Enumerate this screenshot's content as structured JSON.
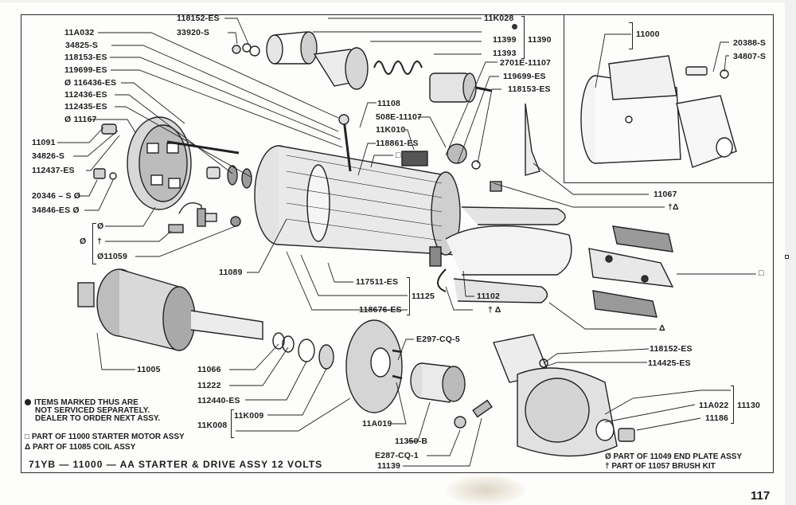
{
  "page": {
    "title": "71YB — 11000 — AA STARTER & DRIVE ASSY 12 VOLTS",
    "page_number": "117"
  },
  "labels": {
    "l_118152_top": "118152-ES",
    "l_33920": "33920-S",
    "l_11A032": "11A032",
    "l_34825": "34825-S",
    "l_118153_left": "118153-ES",
    "l_119699_left": "119699-ES",
    "l_116436": "Ø 116436-ES",
    "l_112436": "112436-ES",
    "l_112435": "112435-ES",
    "l_11167": "Ø 11167",
    "l_11091": "11091",
    "l_34826": "34826-S",
    "l_112437": "112437-ES",
    "l_20346": "20346 – S Ø",
    "l_34846": "34846-ES Ø",
    "l_brush_o": "Ø",
    "l_brush_dagger": "†",
    "l_brush_group": "Ø",
    "l_11059": "Ø11059",
    "l_11089": "11089",
    "l_11K028": "11K028",
    "l_11399": "11399",
    "l_11390": "11390",
    "l_11393": "11393",
    "l_2701E": "2701E-11107",
    "l_119699_right": "119699-ES",
    "l_118153_right": "118153-ES",
    "l_11108": "11108",
    "l_508E": "508E-11107",
    "l_11K010": "11K010",
    "l_118861": "118861-ES",
    "l_square_coil": "□",
    "l_11000": "11000",
    "l_20388": "20388-S",
    "l_34807": "34807-S",
    "l_11067": "11067",
    "l_dagger_tri_top": "†Δ",
    "l_square_pole": "□",
    "l_triangle": "Δ",
    "l_117511": "117511-ES",
    "l_11125": "11125",
    "l_118676": "118676-ES",
    "l_11102": "11102",
    "l_dagger_tri_bot": "† Δ",
    "l_11005": "11005",
    "l_11066": "11066",
    "l_11222": "11222",
    "l_112440": "112440-ES",
    "l_11K009": "11K009",
    "l_11K008": "11K008",
    "l_E297": "E297-CQ-5",
    "l_11A019": "11A019",
    "l_11350B": "11350-B",
    "l_E287": "E287-CQ-1",
    "l_11139": "11139",
    "l_118152_right": "118152-ES",
    "l_114425": "114425-ES",
    "l_11A022": "11A022",
    "l_11130": "11130",
    "l_11186": "11186"
  },
  "legend": {
    "not_serviced_1": "ITEMS MARKED THUS ARE",
    "not_serviced_2": "NOT SERVICED SEPARATELY.",
    "not_serviced_3": "DEALER TO ORDER NEXT ASSY.",
    "square_note": "□ PART OF 11000 STARTER  MOTOR ASSY",
    "triangle_note": "Δ PART OF 11085  COIL  ASSY",
    "end_plate_note": "Ø PART OF 11049  END PLATE ASSY",
    "brush_kit_note": "† PART OF 11057  BRUSH KIT"
  },
  "colors": {
    "ink": "#1c1c1c",
    "paper": "#fdfdfb",
    "stain": "#cdbea5"
  }
}
